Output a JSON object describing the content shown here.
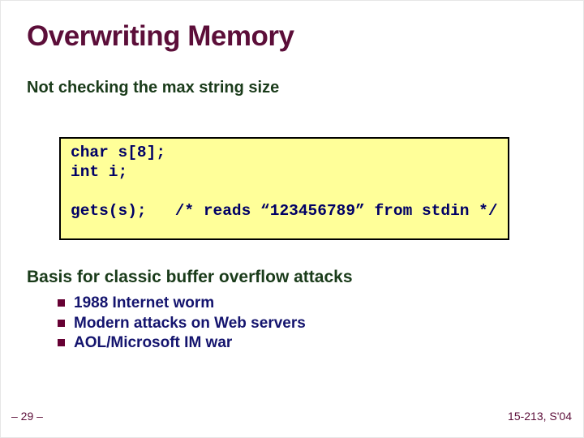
{
  "slide": {
    "title": "Overwriting Memory",
    "subtitle": "Not checking the max string size",
    "code": {
      "lines": [
        "char s[8];",
        "int i;",
        " ",
        "gets(s);   /* reads “123456789” from stdin */"
      ]
    },
    "section_heading": "Basis for classic buffer overflow attacks",
    "bullets": [
      "1988 Internet worm",
      "Modern attacks on Web servers",
      "AOL/Microsoft IM war"
    ],
    "footer": {
      "page_label": "– 29 –",
      "course_label": "15-213, S'04"
    },
    "colors": {
      "title_maroon": "#5C0E39",
      "heading_green": "#1A3B1A",
      "code_navy": "#000066",
      "body_navy": "#14146E",
      "bullet_square_maroon": "#660033",
      "code_box_bg": "#FFFF99",
      "code_box_border": "#000000"
    }
  }
}
